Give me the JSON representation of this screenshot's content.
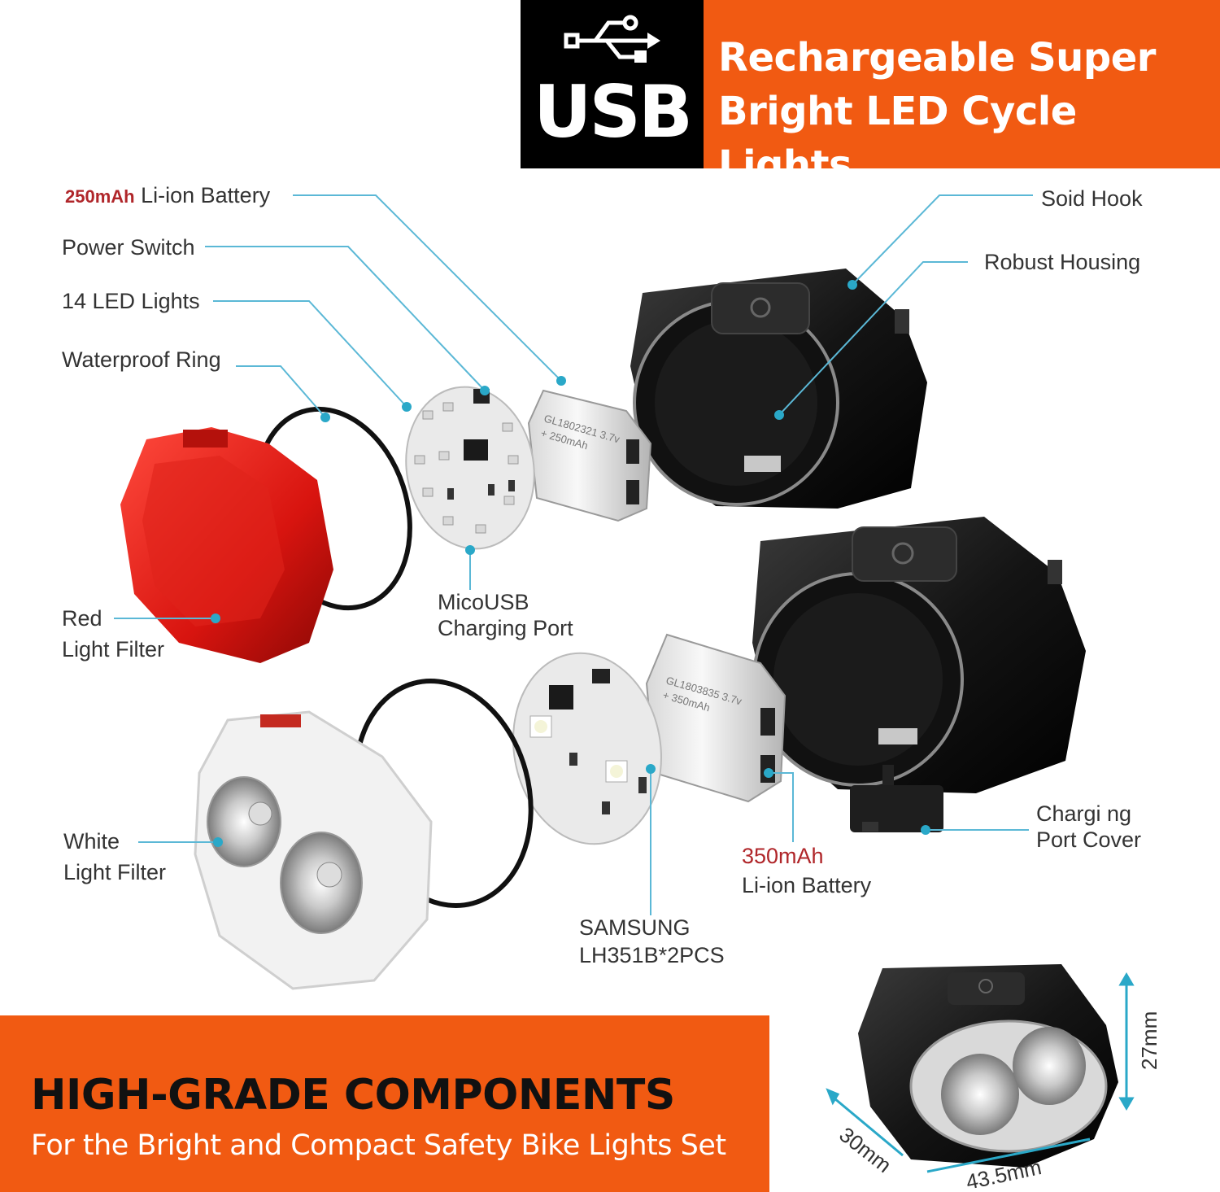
{
  "banner": {
    "usb_label": "USB",
    "headline_line1": "Rechargeable Super",
    "headline_line2": "Bright LED Cycle Lights"
  },
  "callouts": {
    "battery_250_capacity": "250mAh",
    "battery_250_label": "Li-ion Battery",
    "power_switch": "Power Switch",
    "led_lights": "14 LED Lights",
    "waterproof_ring": "Waterproof Ring",
    "red_filter_line1": "Red",
    "red_filter_line2": "Light Filter",
    "micro_usb_line1": "MicoUSB",
    "micro_usb_line2": "Charging Port",
    "solid_hook": "Soid Hook",
    "robust_housing": "Robust Housing",
    "charging_cover_line1": "Chargi ng",
    "charging_cover_line2": "Port Cover",
    "battery_350_capacity": "350mAh",
    "battery_350_label": "Li-ion Battery",
    "samsung_line1": "SAMSUNG",
    "samsung_line2": "LH351B*2PCS",
    "white_filter_line1": "White",
    "white_filter_line2": "Light Filter"
  },
  "pcb_text": {
    "cell_250_line1": "GL1802321 3.7v",
    "cell_250_line2": "+ 250mAh",
    "cell_350_line1": "GL1803835 3.7v",
    "cell_350_line2": "+ 350mAh"
  },
  "dimensions": {
    "height": "27mm",
    "depth": "30mm",
    "width": "43.5mm"
  },
  "bottom": {
    "title": "HIGH-GRADE COMPONENTS",
    "subtitle": "For the Bright and Compact Safety Bike Lights Set"
  },
  "colors": {
    "brand_orange": "#f15a12",
    "callout_blue": "#2aa8c8",
    "accent_red": "#b0262a"
  },
  "icons": [
    "usb-icon",
    "power-icon"
  ]
}
